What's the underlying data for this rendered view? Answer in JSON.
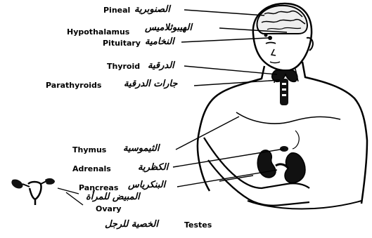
{
  "labels": {
    "pineal": {
      "en": "Pineal",
      "ar": "الصنوبرية"
    },
    "hypothalamus": {
      "en": "Hypothalamus",
      "ar": "الهيبوثلاميس"
    },
    "pituitary": {
      "en": "Pituitary",
      "ar": "النخامية"
    },
    "thyroid": {
      "en": "Thyroid",
      "ar": "الدرقية"
    },
    "parathyroids": {
      "en": "Parathyroids",
      "ar": "جارات الدرقية"
    },
    "thymus": {
      "en": "Thymus",
      "ar": "الثيموسية"
    },
    "adrenals": {
      "en": "Adrenals",
      "ar": "الكظرية"
    },
    "pancreas": {
      "en": "Pancreas",
      "ar": "البنكرياس"
    },
    "ovary": {
      "en": "Ovary",
      "ar": "المبيض للمرأة"
    },
    "testes": {
      "en": "Testes",
      "ar": "الخصية للرجل"
    }
  }
}
